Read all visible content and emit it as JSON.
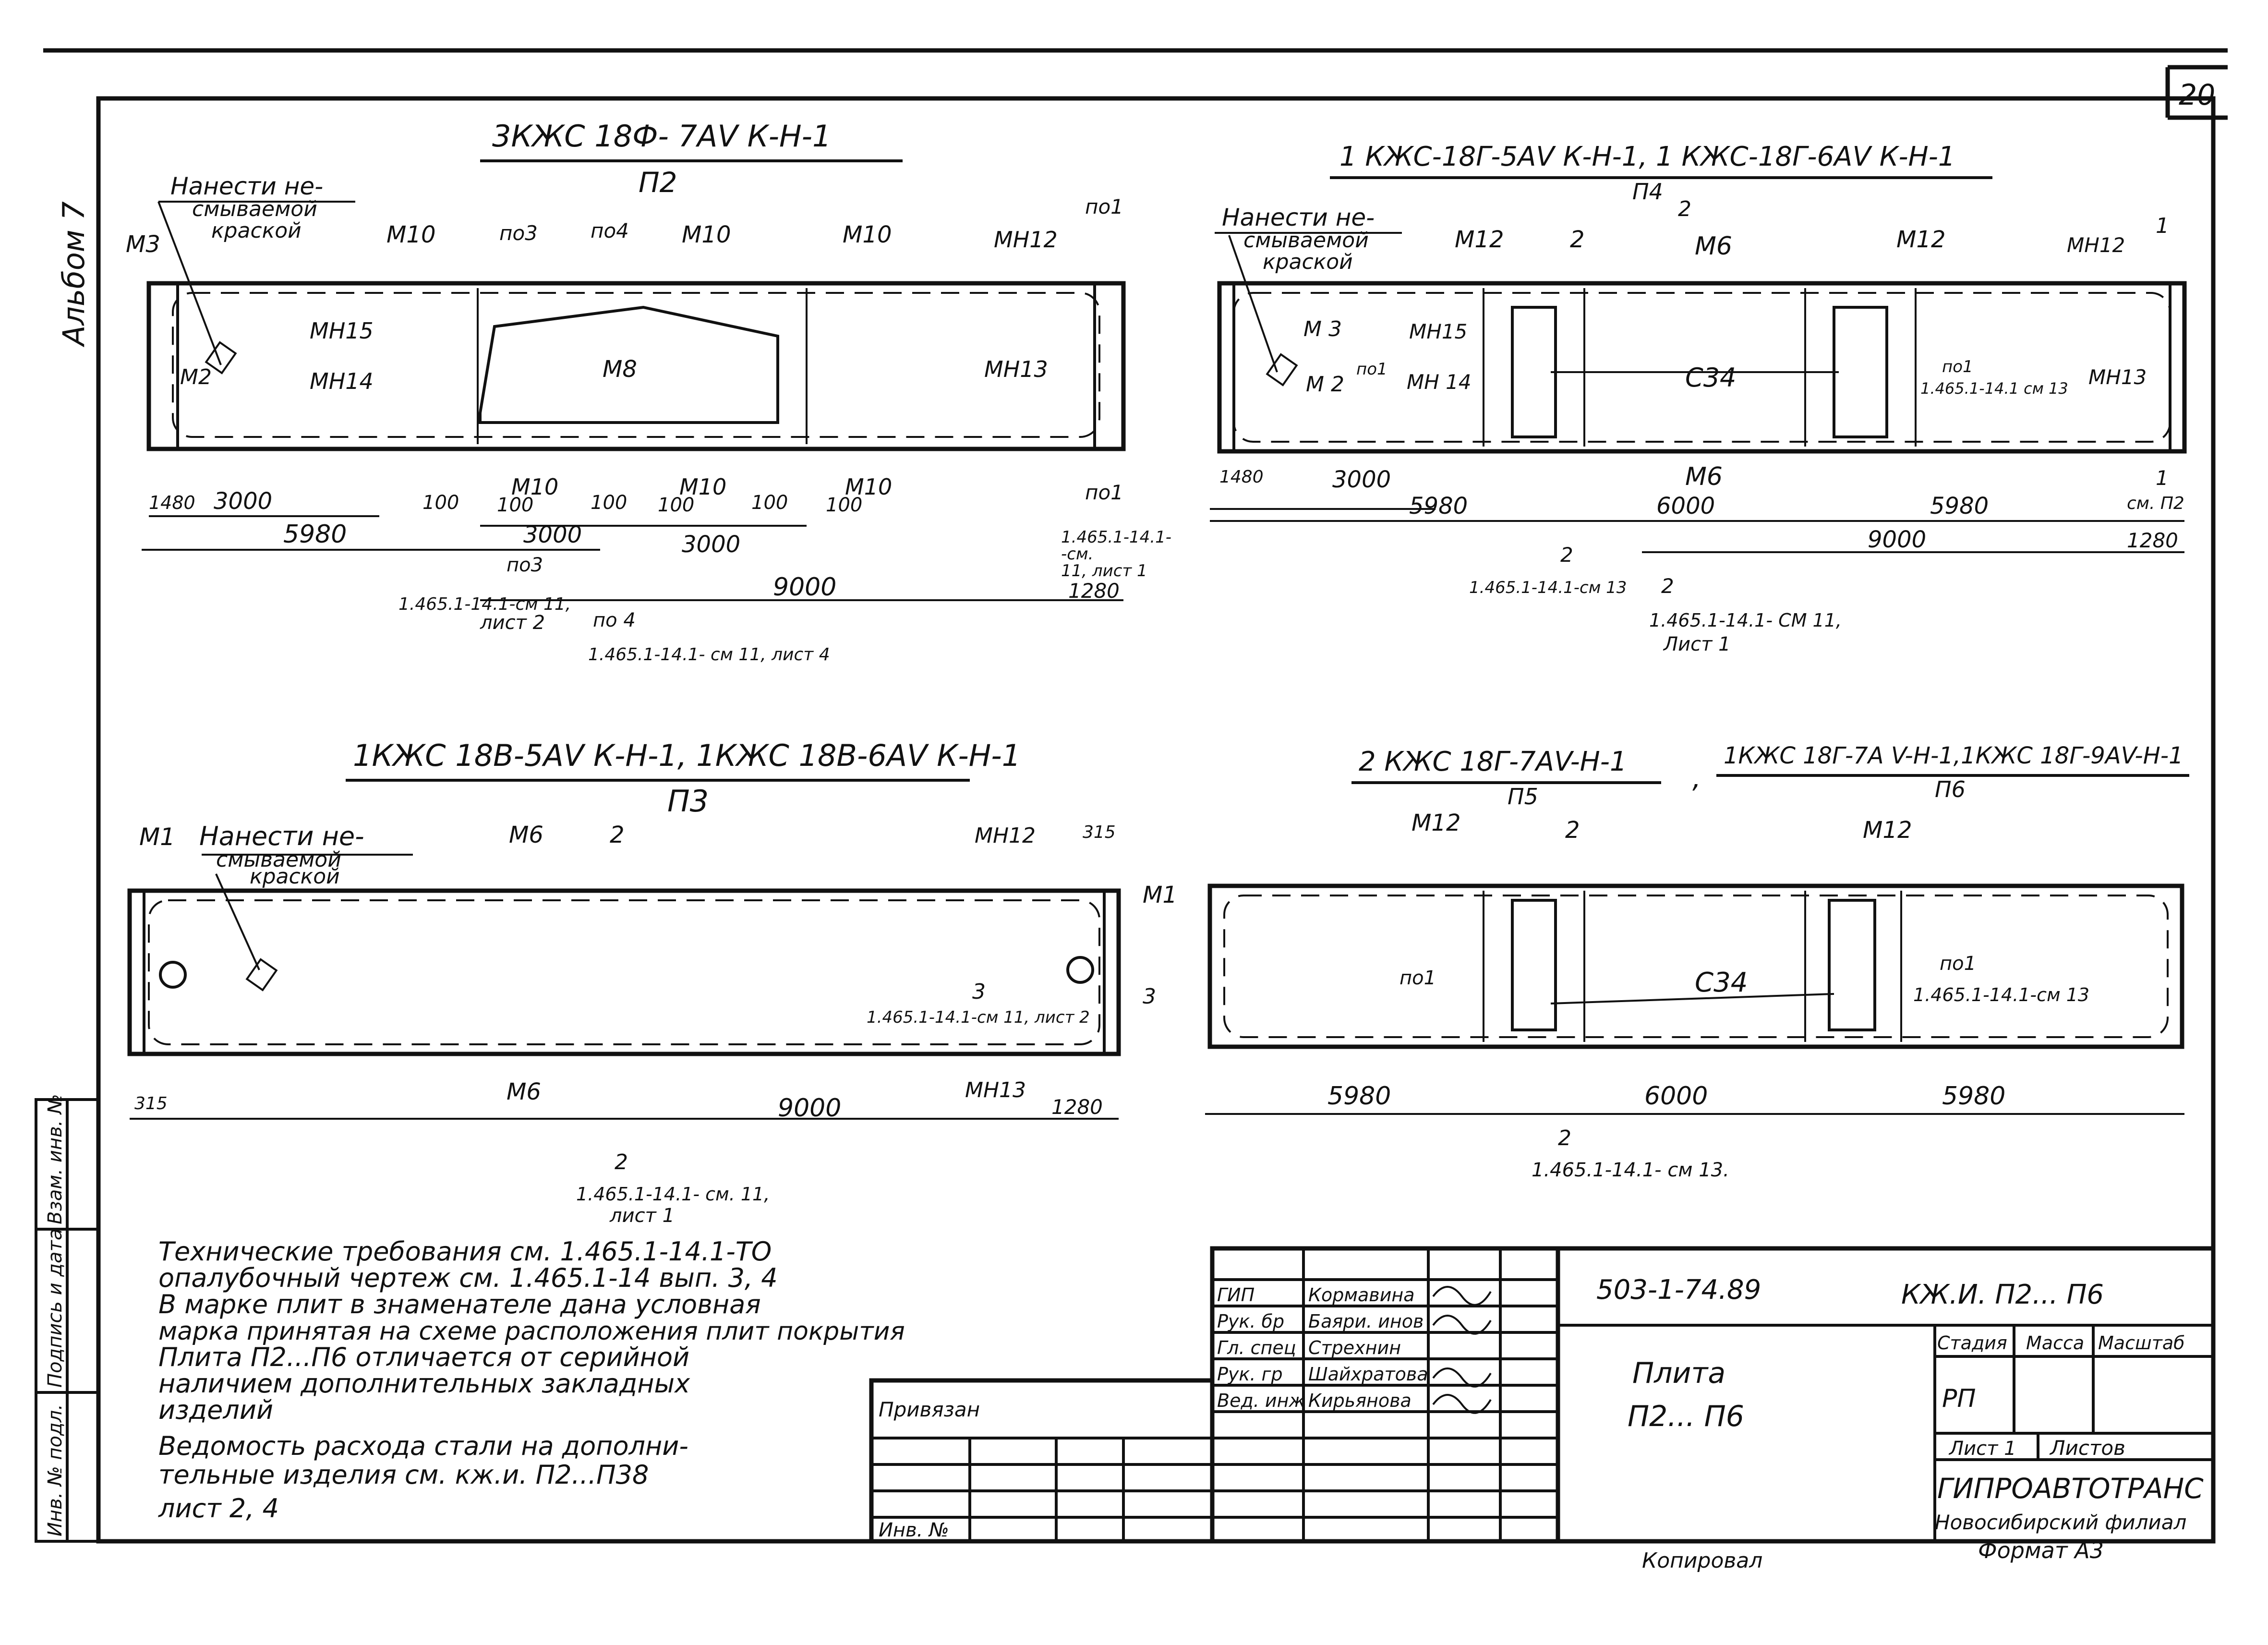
{
  "sheet": {
    "number": "20",
    "album": "Альбом 7"
  },
  "p2": {
    "title": "3КЖС 18Ф- 7АV К-Н-1",
    "subtitle": "П2",
    "note": [
      "Нанести не-",
      "смываемой",
      "краской"
    ],
    "labels": [
      "М3",
      "М10",
      "по3",
      "по4",
      "М10",
      "М10",
      "МН12",
      "по1",
      "МН15",
      "М8",
      "М2",
      "МН14",
      "МН13",
      "М10",
      "М10",
      "М10"
    ],
    "dims": [
      "1480",
      "3000",
      "100",
      "100",
      "100",
      "100",
      "100",
      "100",
      "5980",
      "3000",
      "3000",
      "9000",
      "1280"
    ],
    "refs": [
      "по1",
      "1.465.1-14.1-",
      "-см.",
      "11, лист 1",
      "по3",
      "1.465.1-14.1-см 11,",
      "лист 2",
      "по 4",
      "1.465.1-14.1- см 11, лист 4"
    ]
  },
  "p4": {
    "title": "1 КЖС-18Г-5АV К-Н-1, 1 КЖС-18Г-6АV К-Н-1",
    "subtitle": "П4",
    "note": [
      "Нанести не-",
      "смываемой",
      "краской"
    ],
    "labels": [
      "М12",
      "2",
      "2",
      "М6",
      "М12",
      "МН12",
      "1",
      "М 3",
      "МН15",
      "по1",
      "М 2",
      "МН 14",
      "С34",
      "по1",
      "1.465.1-14.1 см 13",
      "МН13",
      "М6"
    ],
    "dims": [
      "1480",
      "3000",
      "5980",
      "6000",
      "5980",
      "9000",
      "1280"
    ],
    "refs": [
      "1",
      "см. П2",
      "2",
      "1.465.1-14.1-см 13",
      "2",
      "1.465.1-14.1- СМ 11,",
      "Лист 1"
    ]
  },
  "p3": {
    "title": "1КЖС 18В-5АV К-Н-1, 1КЖС 18В-6АV К-Н-1",
    "subtitle": "П3",
    "note": [
      "Нанести не-",
      "смываемой",
      "краской"
    ],
    "labels": [
      "М1",
      "М6",
      "2",
      "МН12",
      "315",
      "М1",
      "3",
      "3",
      "1.465.1-14.1-см 11, лист 2",
      "М6",
      "МН13"
    ],
    "dims": [
      "315",
      "9000",
      "1280"
    ],
    "refs": [
      "2",
      "1.465.1-14.1- см. 11,",
      "лист 1"
    ]
  },
  "p5": {
    "title": "2 КЖС 18Г-7АV-Н-1",
    "subtitle": "П5",
    "title2": "1КЖС 18Г-7А V-Н-1,1КЖС 18Г-9АV-Н-1",
    "subtitle2": "П6",
    "labels": [
      "М12",
      "2",
      "М12",
      "по1",
      "С34",
      "по1",
      "1.465.1-14.1-см 13"
    ],
    "dims": [
      "5980",
      "6000",
      "5980"
    ],
    "refs": [
      "2",
      "1.465.1-14.1- см 13."
    ]
  },
  "notes": [
    "Технические требования см. 1.465.1-14.1-ТО",
    "опалубочный чертеж см. 1.465.1-14 вып. 3, 4",
    "В марке плит  в знаменателе дана условная",
    "марка принятая на схеме расположения плит покрытия",
    "Плита П2...П6 отличается от серийной",
    "наличием дополнительных закладных",
    "изделий",
    "Ведомость расхода стали на дополни-",
    "тельные изделия см.     кж.и. П2...П38",
    "лист 2, 4"
  ],
  "side_stamp": [
    "Инв. № подл.",
    "Подпись и дата",
    "Взам. инв. №"
  ],
  "stamp": {
    "privyazan": "Привязан",
    "inv": "Инв. №",
    "roles": [
      {
        "role": "ГИП",
        "name": "Кормавина"
      },
      {
        "role": "Рук. бр",
        "name": "Баяри. инов"
      },
      {
        "role": "Гл. спец",
        "name": "Стрехнин"
      },
      {
        "role": "Рук. гр",
        "name": "Шайхратова"
      },
      {
        "role": "Вед. инж",
        "name": "Кирьянова"
      }
    ],
    "doc_code": "503-1-74.89",
    "mark": "КЖ.И. П2... П6",
    "name": [
      "Плита",
      "П2... П6"
    ],
    "headers": [
      "Стадия",
      "Масса",
      "Масштаб"
    ],
    "stage": "РП",
    "sheet": "Лист 1",
    "sheets": "Листов",
    "org": "ГИПРОАВТОТРАНС",
    "branch": "Новосибирский филиал",
    "copied": "Копировал",
    "format": "Формат А3"
  }
}
